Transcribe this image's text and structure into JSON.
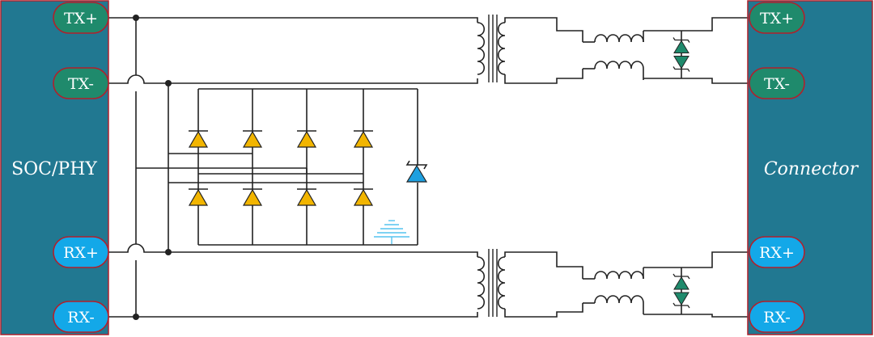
{
  "colors": {
    "block_fill": "#217891",
    "block_border": "#b0202c",
    "tx_pin": "#1f8a6c",
    "rx_pin": "#13a8e8",
    "pin_border": "#b0202c",
    "wire": "#222222",
    "tvs_diode": "#f2b500",
    "zener_diode": "#1ea0e0",
    "common_mode_diode": "#1f8a6c",
    "ground_symbol": "#55c3ef"
  },
  "left_block": {
    "label": "SOC/PHY"
  },
  "right_block": {
    "label": "Connector"
  },
  "left_pins": [
    {
      "label": "TX+",
      "kind": "tx"
    },
    {
      "label": "TX-",
      "kind": "tx"
    },
    {
      "label": "RX+",
      "kind": "rx"
    },
    {
      "label": "RX-",
      "kind": "rx"
    }
  ],
  "right_pins": [
    {
      "label": "TX+",
      "kind": "tx"
    },
    {
      "label": "TX-",
      "kind": "tx"
    },
    {
      "label": "RX+",
      "kind": "rx"
    },
    {
      "label": "RX-",
      "kind": "rx"
    }
  ],
  "components": {
    "tvs_array_rows": 2,
    "tvs_array_columns": 4,
    "zener_count": 1,
    "ground_symbol": "ground-icon",
    "transformers": 2,
    "common_mode_chokes": 2,
    "bidirectional_diodes": 2
  }
}
